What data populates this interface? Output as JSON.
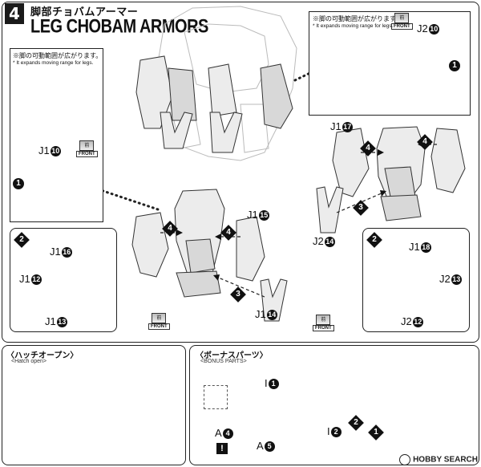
{
  "step": {
    "number": "4",
    "title_jp": "脚部チョバムアーマー",
    "title_en": "LEG CHOBAM ARMORS"
  },
  "notes": {
    "note_jp": "※脚の可動範囲が広がります。",
    "note_en": "* It expands moving range for legs."
  },
  "front_label": {
    "jp": "前",
    "en": "FRONT"
  },
  "labels": {
    "j1": "J1",
    "j2": "J2",
    "a": "A",
    "i": "I",
    "n10": "10",
    "n12": "12",
    "n13": "13",
    "n14": "14",
    "n15": "15",
    "n16": "16",
    "n17": "17",
    "n18": "18",
    "n1": "1",
    "n2": "2",
    "n3": "3",
    "n4": "4",
    "n5": "5"
  },
  "sections": {
    "hatch_jp": "〈ハッチオープン〉",
    "hatch_en": "<Hatch open>",
    "bonus_jp": "〈ボーナスパーツ〉",
    "bonus_en": "<BONUS PARTS>"
  },
  "warning_symbol": "!",
  "watermark": "HOBBY SEARCH"
}
